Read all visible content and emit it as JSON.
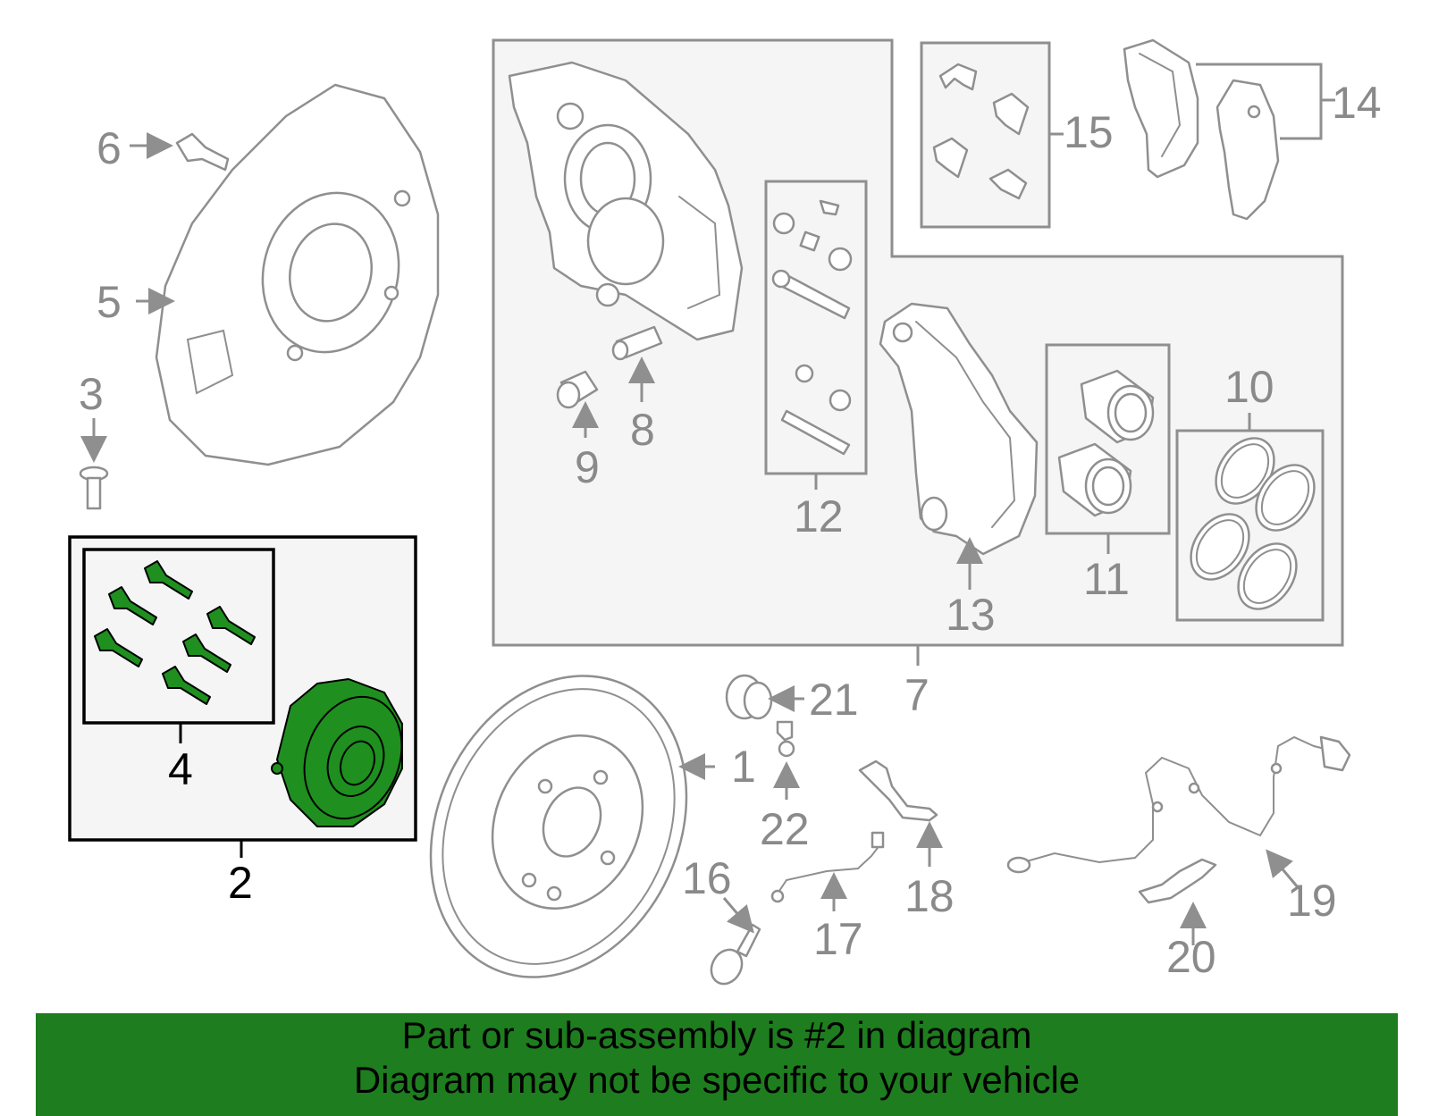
{
  "callouts": {
    "n1": "1",
    "n2": "2",
    "n3": "3",
    "n4": "4",
    "n5": "5",
    "n6": "6",
    "n7": "7",
    "n8": "8",
    "n9": "9",
    "n10": "10",
    "n11": "11",
    "n12": "12",
    "n13": "13",
    "n14": "14",
    "n15": "15",
    "n16": "16",
    "n17": "17",
    "n18": "18",
    "n19": "19",
    "n20": "20",
    "n21": "21",
    "n22": "22"
  },
  "highlight": {
    "part": "2",
    "color": "#1e7d1e"
  },
  "banner": {
    "line1": "Part or sub-assembly is #2 in diagram",
    "line2": "Diagram may not be specific to your vehicle",
    "background": "#1e7d1e"
  }
}
